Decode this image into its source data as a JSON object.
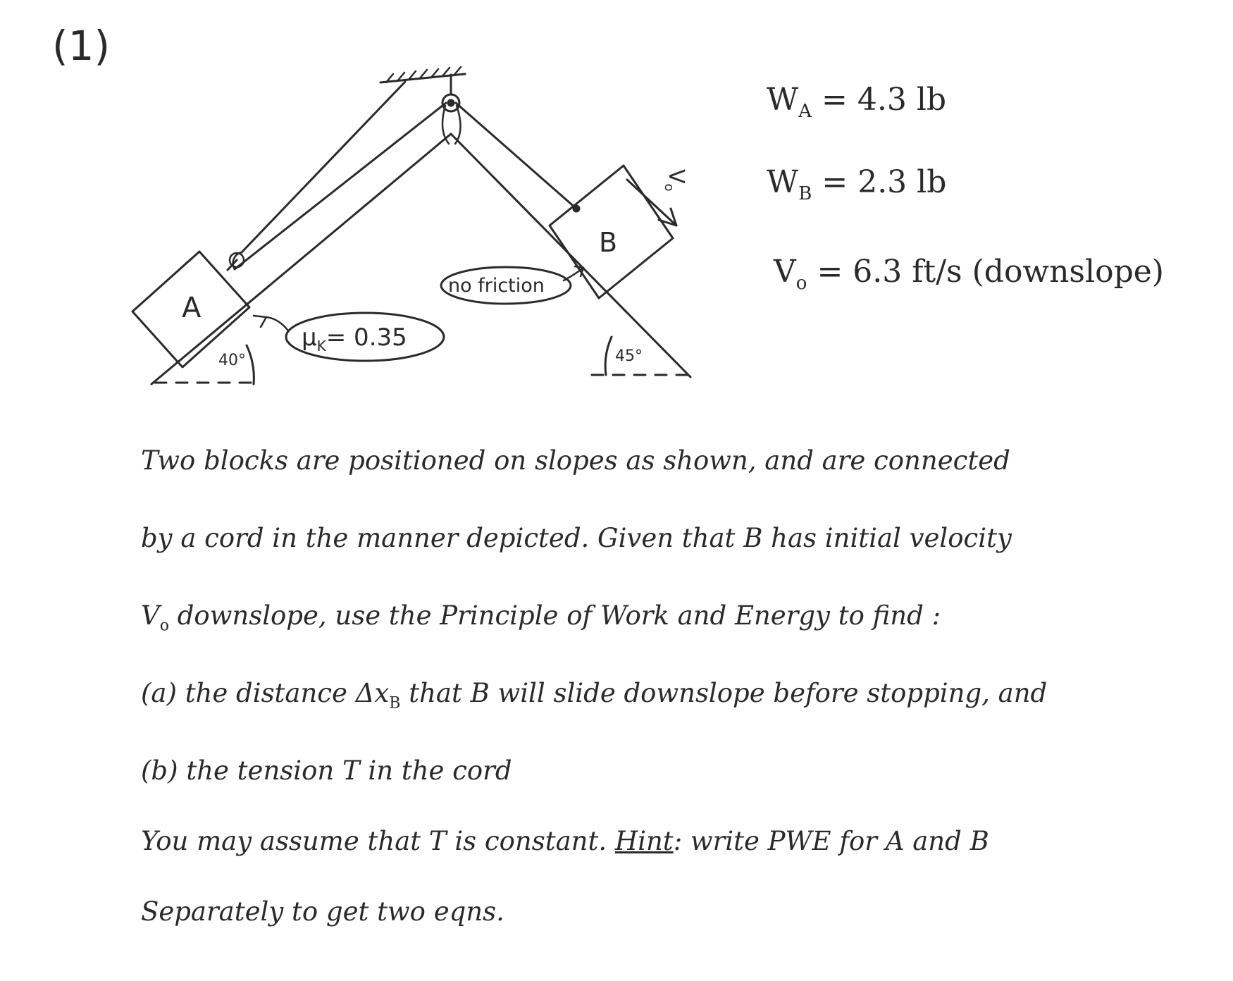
{
  "problem_number": "(1)",
  "diagram": {
    "block_a_label": "A",
    "block_b_label": "B",
    "angle_left": "40°",
    "angle_right": "45°",
    "mu_label": "μ",
    "mu_sub": "K",
    "mu_value": "= 0.35",
    "no_friction": "no friction",
    "v_label": "V",
    "v_sub": "o"
  },
  "given": {
    "wa_sym": "W",
    "wa_sub": "A",
    "wa_value": "= 4.3 lb",
    "wb_sym": "W",
    "wb_sub": "B",
    "wb_value": "= 2.3 lb",
    "v0_sym": "V",
    "v0_sub": "o",
    "v0_value": "= 6.3 ft/s  (downslope)"
  },
  "problem": {
    "line1": "Two blocks are positioned on slopes as shown, and are connected",
    "line2": "by a cord in the manner depicted. Given that B has initial velocity",
    "line3_sym": "V",
    "line3_sub": "o",
    "line3_rest": " downslope, use the Principle of Work and Energy to find :",
    "line4_start": "(a) the distance Δx",
    "line4_sub": "B",
    "line4_rest": " that B will slide downslope before stopping, and",
    "line5": "(b) the tension T in the cord",
    "line6_start": "You may assume that T is constant. ",
    "hint_label": "Hint",
    "line6_rest": ": write PWE for A and B",
    "line7": "Separately to get two eqns."
  }
}
